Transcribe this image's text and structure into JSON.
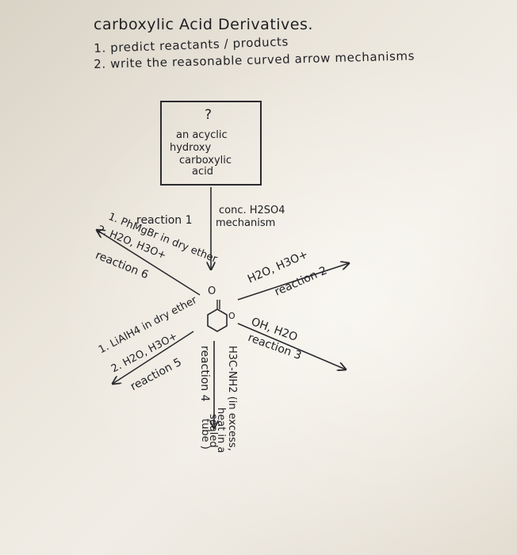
{
  "header": {
    "title": "carboxylic Acid Derivatives.",
    "instruction_1": "1. predict reactants / products",
    "instruction_2": "2. write the reasonable curved arrow mechanisms"
  },
  "box": {
    "question_mark": "?",
    "line_1": "an acyclic",
    "line_2": "hydroxy",
    "line_3": "carboxylic",
    "line_4": "acid"
  },
  "reactions": {
    "r1": {
      "label": "reaction 1",
      "reagent_1": "conc. H2SO4",
      "reagent_2": "mechanism"
    },
    "r2": {
      "label": "reaction 2",
      "reagent": "H2O, H3O+"
    },
    "r3": {
      "label": "reaction 3",
      "reagent": "OH, H2O"
    },
    "r4": {
      "label": "reaction 4",
      "reagent_1": "H3C-NH2 (in excess,",
      "reagent_2": "heat in a",
      "reagent_3": "sealed",
      "reagent_4": "tube )"
    },
    "r5": {
      "label": "reaction 5",
      "reagent_1": "1. LiAlH4 in dry ether",
      "reagent_2": "2. H2O, H3O+"
    },
    "r6": {
      "label": "reaction 6",
      "reagent_1": "1. PhMgBr in dry ether",
      "reagent_2": "2. H2O, H3O+"
    }
  },
  "center_molecule": {
    "carbonyl_O": "O",
    "ring_O": "O"
  }
}
